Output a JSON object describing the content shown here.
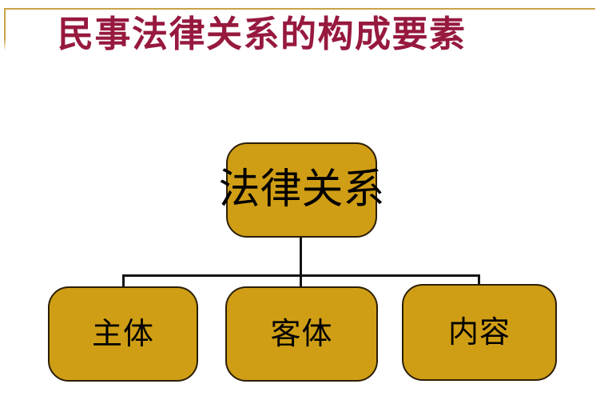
{
  "slide": {
    "title": "民事法律关系的构成要素"
  },
  "diagram": {
    "root": {
      "label": "法律关系"
    },
    "children": [
      {
        "label": "主体"
      },
      {
        "label": "客体"
      },
      {
        "label": "内容"
      }
    ]
  },
  "colors": {
    "background": "#FFFFFF",
    "title": "#97193E",
    "accent_line": "#C9A24B",
    "box_fill": "#D09E15",
    "box_border": "#2B1E04",
    "connector": "#141414",
    "box_text": "#000000"
  }
}
